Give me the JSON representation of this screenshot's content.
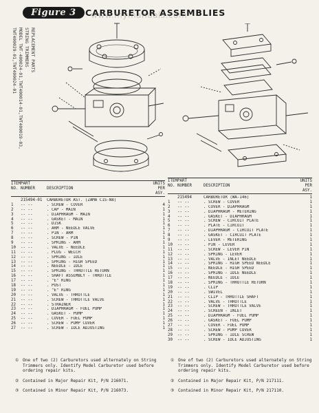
{
  "header": {
    "badge": "Figure 3",
    "title": "CARBURETOR ASSEMBLIES",
    "watermark": "www.mymanuals.com"
  },
  "side_text": [
    "REPLACEMENT PARTS",
    "STRING TRIMMERS",
    "MODEL TWT-400024-01,TWT400014-01,TWT400019-03,",
    "TWT400029-01,TWT400024-01"
  ],
  "left_list": {
    "headers": {
      "item": "ITEM",
      "no": "NO.",
      "part": "PART",
      "number": "NUMBER",
      "description": "DESCRIPTION",
      "units": "UNITS PER",
      "asy": "ASY."
    },
    "rows": [
      {
        "item": "",
        "part": "215494-01",
        "desc": "CARBURETOR AST. (ZAMA C1S-N8)",
        "units": ""
      },
      {
        "item": "1",
        "part": "-- --",
        "desc": ". SCREW - COVER",
        "units": "4"
      },
      {
        "item": "2",
        "part": "-- --",
        "desc": ". CAP - MAIN",
        "units": "1"
      },
      {
        "item": "3",
        "part": "-- --",
        "desc": ". DIAPHRAGM - MAIN",
        "units": "1"
      },
      {
        "item": "4",
        "part": "-- --",
        "desc": ". GASKET - MAIN",
        "units": "1"
      },
      {
        "item": "5",
        "part": "-- --",
        "desc": ". DISK",
        "units": "1"
      },
      {
        "item": "6",
        "part": "-- --",
        "desc": ". ARM - NEEDLE VALVE",
        "units": "1"
      },
      {
        "item": "7",
        "part": "-- --",
        "desc": ". PIN - ARM",
        "units": "1"
      },
      {
        "item": "8",
        "part": "-- --",
        "desc": ". SCREW - PIN",
        "units": "1"
      },
      {
        "item": "9",
        "part": "-- --",
        "desc": ". SPRING - ARM",
        "units": "1"
      },
      {
        "item": "10",
        "part": "-- --",
        "desc": ". VALVE - NEEDLE",
        "units": "1"
      },
      {
        "item": "11",
        "part": "-- --",
        "desc": ". PLUG - WELCH",
        "units": "1"
      },
      {
        "item": "12",
        "part": "-- --",
        "desc": ". SPRING - IDLE",
        "units": "1"
      },
      {
        "item": "13",
        "part": "-- --",
        "desc": ". SPRING - HIGH SPEED",
        "units": "1"
      },
      {
        "item": "14",
        "part": "-- --",
        "desc": ". NEEDLE - IDLE",
        "units": "1"
      },
      {
        "item": "15",
        "part": "-- --",
        "desc": ". SPRING - THROTTLE RETURN",
        "units": "1"
      },
      {
        "item": "16",
        "part": "-- --",
        "desc": ". SHAFT ASSEMBLY - THROTTLE",
        "units": "1"
      },
      {
        "item": "17",
        "part": "-- --",
        "desc": ". \"E\" RING",
        "units": "1"
      },
      {
        "item": "18",
        "part": "-- --",
        "desc": ". POST",
        "units": "1"
      },
      {
        "item": "19",
        "part": "-- --",
        "desc": ". \"E\" RING",
        "units": "1"
      },
      {
        "item": "20",
        "part": "-- --",
        "desc": ". VALVE - THROTTLE",
        "units": "1"
      },
      {
        "item": "21",
        "part": "-- --",
        "desc": ". SCREW - THROTTLE VALVE",
        "units": "1"
      },
      {
        "item": "22",
        "part": "-- --",
        "desc": ". STRAINER",
        "units": "1"
      },
      {
        "item": "23",
        "part": "-- --",
        "desc": ". DIAPHRAGM - FUEL PUMP",
        "units": "1"
      },
      {
        "item": "24",
        "part": "-- --",
        "desc": ". GASKET - PUMP",
        "units": "1"
      },
      {
        "item": "25",
        "part": "-- --",
        "desc": ". COVER - FUEL PUMP",
        "units": "1"
      },
      {
        "item": "26",
        "part": "-- --",
        "desc": ". SCREW - PUMP COVER",
        "units": "1"
      },
      {
        "item": "27",
        "part": "-- --",
        "desc": ". SCREW - IDLE ADJUSTING",
        "units": "1"
      }
    ]
  },
  "right_list": {
    "headers": {
      "item": "ITEM",
      "no": "NO.",
      "part": "PART",
      "number": "NUMBER",
      "description": "DESCRIPTION",
      "units": "UNITS PER",
      "asy": "ASY."
    },
    "rows": [
      {
        "item": "",
        "part": "215494",
        "desc": "CARBURETOR (WA-146)",
        "units": "1"
      },
      {
        "item": "1",
        "part": "-- --",
        "desc": ". SCREW - COVER",
        "units": "1"
      },
      {
        "item": "2",
        "part": "-- --",
        "desc": ". COVER - DIAPHRAGM",
        "units": "1"
      },
      {
        "item": "3",
        "part": "-- --",
        "desc": ". DIAPHRAGM - METERING",
        "units": "1"
      },
      {
        "item": "4",
        "part": "-- --",
        "desc": ". GASKET - DIAPHRAGM",
        "units": "1"
      },
      {
        "item": "5",
        "part": "-- --",
        "desc": ". SCREW - CIRCUIT PLATE",
        "units": "1"
      },
      {
        "item": "6",
        "part": "-- --",
        "desc": ". PLATE - CIRCUIT",
        "units": "1"
      },
      {
        "item": "7",
        "part": "-- --",
        "desc": ". DIAPHRAGM - CIRCUIT PLATE",
        "units": "1"
      },
      {
        "item": "8",
        "part": "-- --",
        "desc": ". GASKET - CIRCUIT PLATE",
        "units": "1"
      },
      {
        "item": "9",
        "part": "-- --",
        "desc": ". LEVER - METERING",
        "units": "1"
      },
      {
        "item": "10",
        "part": "-- --",
        "desc": ". PIN - LEVER",
        "units": "1"
      },
      {
        "item": "11",
        "part": "-- --",
        "desc": ". SCREW - LEVER PIN",
        "units": "1"
      },
      {
        "item": "12",
        "part": "-- --",
        "desc": ". SPRING - LEVER",
        "units": "1"
      },
      {
        "item": "13",
        "part": "-- --",
        "desc": ". VALVE - INLET NEEDLE",
        "units": "1"
      },
      {
        "item": "14",
        "part": "-- --",
        "desc": ". SPRING - HIGH SPEED NEEDLE",
        "units": "1"
      },
      {
        "item": "15",
        "part": "-- --",
        "desc": ". NEEDLE - HIGH SPEED",
        "units": "1"
      },
      {
        "item": "16",
        "part": "-- --",
        "desc": ". SPRING - IDLE NEEDLE",
        "units": "1"
      },
      {
        "item": "17",
        "part": "-- --",
        "desc": ". NEEDLE - IDLE",
        "units": "1"
      },
      {
        "item": "18",
        "part": "-- --",
        "desc": ". SPRING - THROTTLE RETURN",
        "units": "1"
      },
      {
        "item": "19",
        "part": "-- --",
        "desc": ". CLIP",
        "units": "1"
      },
      {
        "item": "20",
        "part": "-- --",
        "desc": ". SWIVEL",
        "units": "1"
      },
      {
        "item": "21",
        "part": "-- --",
        "desc": ". CLIP - THROTTLE SHAFT",
        "units": "1"
      },
      {
        "item": "22",
        "part": "-- --",
        "desc": ". VALVE - THROTTLE",
        "units": "1"
      },
      {
        "item": "23",
        "part": "-- --",
        "desc": ". SCREW - THROTTLE VALVE",
        "units": "1"
      },
      {
        "item": "24",
        "part": "-- --",
        "desc": ". SCREEN - INLET",
        "units": "1"
      },
      {
        "item": "25",
        "part": "-- --",
        "desc": ". DIAPHRAGM - FUEL PUMP",
        "units": "1"
      },
      {
        "item": "26",
        "part": "-- --",
        "desc": ". GASKET - FUEL PUMP",
        "units": "1"
      },
      {
        "item": "27",
        "part": "-- --",
        "desc": ". COVER - FUEL PUMP",
        "units": "1"
      },
      {
        "item": "28",
        "part": "-- --",
        "desc": ". SCREW - PUMP COVER",
        "units": "1"
      },
      {
        "item": "29",
        "part": "-- --",
        "desc": ". SPRING - IDLE SCREW",
        "units": "1"
      },
      {
        "item": "30",
        "part": "-- --",
        "desc": ". SCREW - IDLE ADJUSTING",
        "units": "1"
      }
    ]
  },
  "left_notes": [
    "One of two (2) Carburetors used alternately on String Trimmers only. Identify Model Carburetor used before ordering repair kits.",
    "Contained in Major Repair Kit, P/N 216071.",
    "Contained in Minor Repair Kit, P/N 216073."
  ],
  "right_notes": [
    "One of two (2) Carburetors used alternately on String Trimmers only. Identify Model Carburetor used before ordering repair kits.",
    "Contained in Major Repair Kit, P/N 217111.",
    "Contained in Minor Repair Kit, P/N 217110."
  ]
}
